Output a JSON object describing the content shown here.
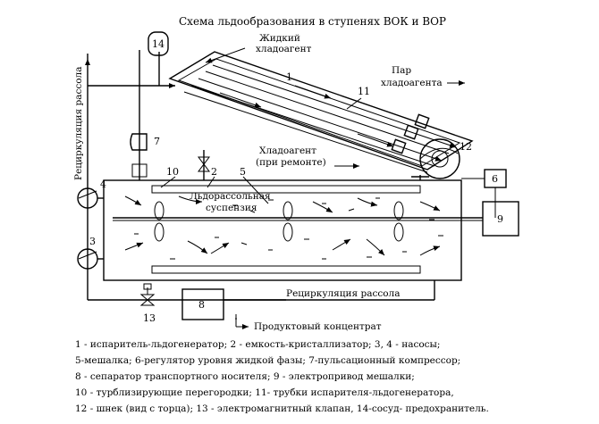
{
  "title": "Схема льдообразования в ступенях ВОК и ВОР",
  "labels": {
    "liquid_refrigerant_1": "Жидкий",
    "liquid_refrigerant_2": "хладоагент",
    "vapor_refrigerant_1": "Пар",
    "vapor_refrigerant_2": "хладоагента",
    "refrigerant_repair_1": "Хладоагент",
    "refrigerant_repair_2": "(при ремонте)",
    "suspension_1": "Льдорассольная",
    "suspension_2": "суспензия",
    "brine_recirc_vertical": "Рециркуляция рассола",
    "brine_recirc_bottom": "Рециркуляция рассола",
    "product": "Продуктовый концентрат"
  },
  "numbers": {
    "n1": "1",
    "n2": "2",
    "n3": "3",
    "n4": "4",
    "n5": "5",
    "n6": "6",
    "n7": "7",
    "n8": "8",
    "n9": "9",
    "n10": "10",
    "n11": "11",
    "n12": "12",
    "n13": "13",
    "n14": "14"
  },
  "legend": [
    "1 - испаритель-льдогенератор; 2 - емкость-кристаллизатор; 3, 4 - насосы;",
    "5-мешалка; 6-регулятор уровня жидкой фазы; 7-пульсационный компрессор;",
    "8 - сепаратор транспортного носителя; 9 - электропривод мешалки;",
    "10 - турблизирующие перегородки; 11- трубки испарителя-льдогенератора,",
    "12 - шнек (вид с торца); 13 - электромагнитный клапан, 14-сосуд- предохранитель."
  ]
}
